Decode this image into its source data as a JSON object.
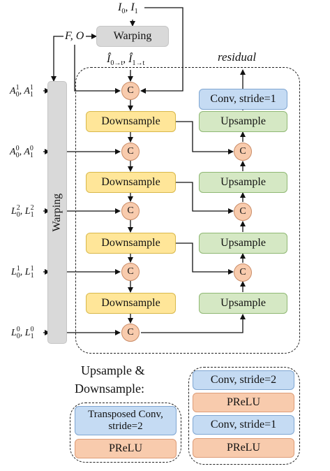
{
  "warping_top": "Warping",
  "warping_side": "Warping",
  "residual": "residual",
  "nodes": {
    "c_label": "C"
  },
  "down_label": "Downsample",
  "up_label": "Upsample",
  "conv_top": "Conv, stride=1",
  "inputs": {
    "I": [
      "I",
      "0",
      ", ",
      "I",
      "1"
    ],
    "FO": "F, O",
    "Ihat": [
      "Î",
      "0→t",
      ", ",
      "Î",
      "1→t"
    ],
    "A1": [
      "A",
      "0",
      "1",
      ", ",
      "A",
      "1",
      "1"
    ],
    "A0": [
      "A",
      "0",
      "0",
      ", ",
      "A",
      "1",
      "0"
    ],
    "L2": [
      "L",
      "0",
      "2",
      ", ",
      "L",
      "1",
      "2"
    ],
    "L1": [
      "L",
      "0",
      "1",
      ", ",
      "L",
      "1",
      "1"
    ],
    "L0": [
      "L",
      "0",
      "0",
      ", ",
      "L",
      "1",
      "0"
    ]
  },
  "legend": {
    "title_line1": "Upsample &",
    "title_line2": "Downsample:",
    "transposed": "Transposed Conv, stride=2",
    "prelu": "PReLU",
    "conv2": "Conv, stride=2",
    "conv1": "Conv, stride=1"
  },
  "colors": {
    "downsample": "#ffe699",
    "upsample": "#d5e8c4",
    "conv": "#c5dbf3",
    "prelu": "#f8cbad",
    "warping": "#d9d9d9"
  }
}
